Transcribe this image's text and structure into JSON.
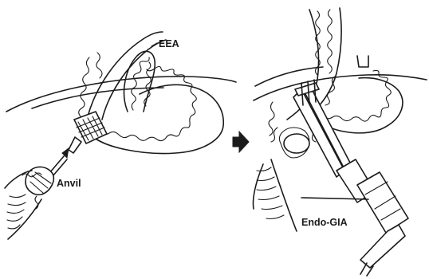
{
  "labels": {
    "eea": "EEA",
    "anvil": "Anvil",
    "endo_gia": "Endo-GIA"
  },
  "colors": {
    "ink": "#1b1b1b",
    "background": "#ffffff"
  }
}
